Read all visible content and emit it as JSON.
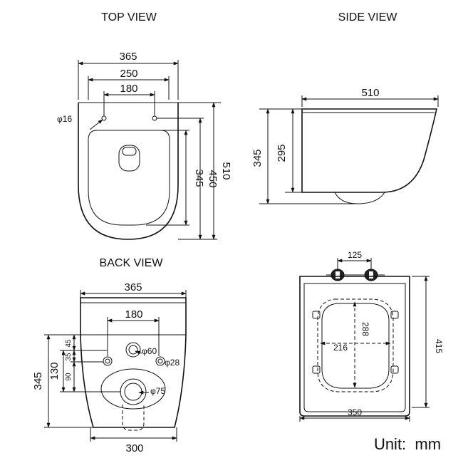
{
  "views": {
    "top": {
      "title": "TOP VIEW",
      "dims": {
        "width_outer": "365",
        "width_mid": "250",
        "width_inner": "180",
        "hole": "φ16",
        "len_seat": "345",
        "len_mid": "450",
        "len_outer": "510"
      }
    },
    "side": {
      "title": "SIDE VIEW",
      "dims": {
        "length": "510",
        "height_outer": "345",
        "height_inner": "295"
      }
    },
    "back": {
      "title": "BACK VIEW",
      "dims": {
        "width_top": "365",
        "bolt_spacing": "180",
        "width_bottom": "300",
        "height_total": "345",
        "height_mid": "130",
        "d45": "45",
        "d35": "35",
        "d90": "90",
        "pipe_top": "φ60",
        "bolt": "φ28",
        "outlet": "φ75"
      }
    },
    "seat": {
      "dims": {
        "hinge_spacing": "125",
        "inner_height": "288",
        "inner_width": "216",
        "height": "415",
        "width": "350"
      }
    }
  },
  "unit_label": "Unit:  mm"
}
